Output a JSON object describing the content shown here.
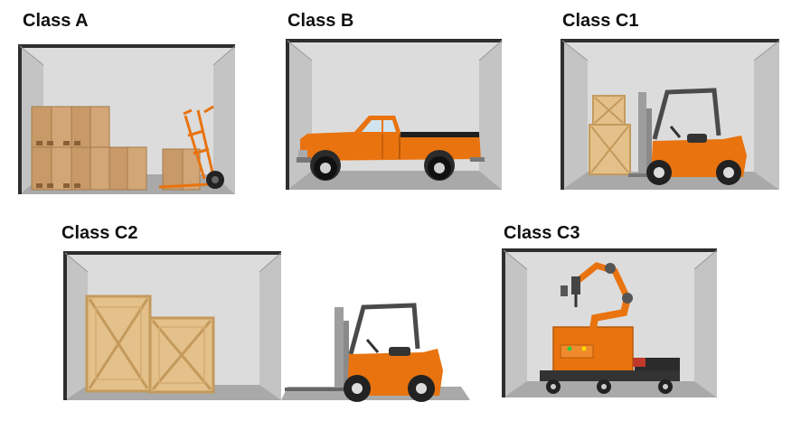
{
  "panels": [
    {
      "id": "a",
      "label": "Class A",
      "content": [
        "cardboard-boxes",
        "hand-truck"
      ]
    },
    {
      "id": "b",
      "label": "Class B",
      "content": [
        "pickup-truck"
      ]
    },
    {
      "id": "c1",
      "label": "Class C1",
      "content": [
        "wooden-crates",
        "forklift"
      ]
    },
    {
      "id": "c2",
      "label": "Class C2",
      "content": [
        "wooden-crates",
        "forklift"
      ]
    },
    {
      "id": "c3",
      "label": "Class C3",
      "content": [
        "robotic-arm",
        "mobile-platform"
      ]
    }
  ],
  "colors": {
    "room_frame": "#333333",
    "room_wall": "#dcdcdc",
    "room_side": "#bdbdbd",
    "room_floor": "#a9a9a9",
    "vehicle_orange": "#e8730f",
    "box_tan": "#c89a68",
    "crate_tan": "#e4c08a",
    "tire": "#222222"
  }
}
